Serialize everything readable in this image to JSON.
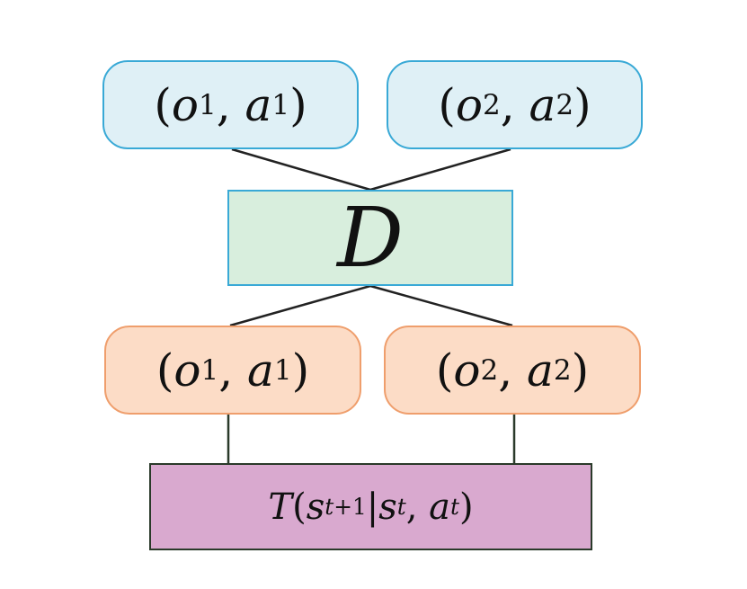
{
  "diagram": {
    "top_left": {
      "o": "o",
      "o_sub": "1",
      "a": "a",
      "a_sub": "1"
    },
    "top_right": {
      "o": "o",
      "o_sub": "2",
      "a": "a",
      "a_sub": "2"
    },
    "center": {
      "label": "D"
    },
    "mid_left": {
      "o": "o",
      "o_sub": "1",
      "a": "a",
      "a_sub": "1"
    },
    "mid_right": {
      "o": "o",
      "o_sub": "2",
      "a": "a",
      "a_sub": "2"
    },
    "bottom": {
      "func": "T",
      "s": "s",
      "next_sub_var": "t",
      "next_sub_rest": "+1",
      "cond_s": "s",
      "cond_s_sub": "t",
      "cond_a": "a",
      "cond_a_sub": "t"
    },
    "colors": {
      "blue_fill": "#dff0f6",
      "blue_border": "#39a9d6",
      "orange_fill": "#fcdcc6",
      "orange_border": "#ef9e6c",
      "green_fill": "#d8eedd",
      "purple_fill": "#d9a9cf",
      "line": "#222222"
    }
  }
}
